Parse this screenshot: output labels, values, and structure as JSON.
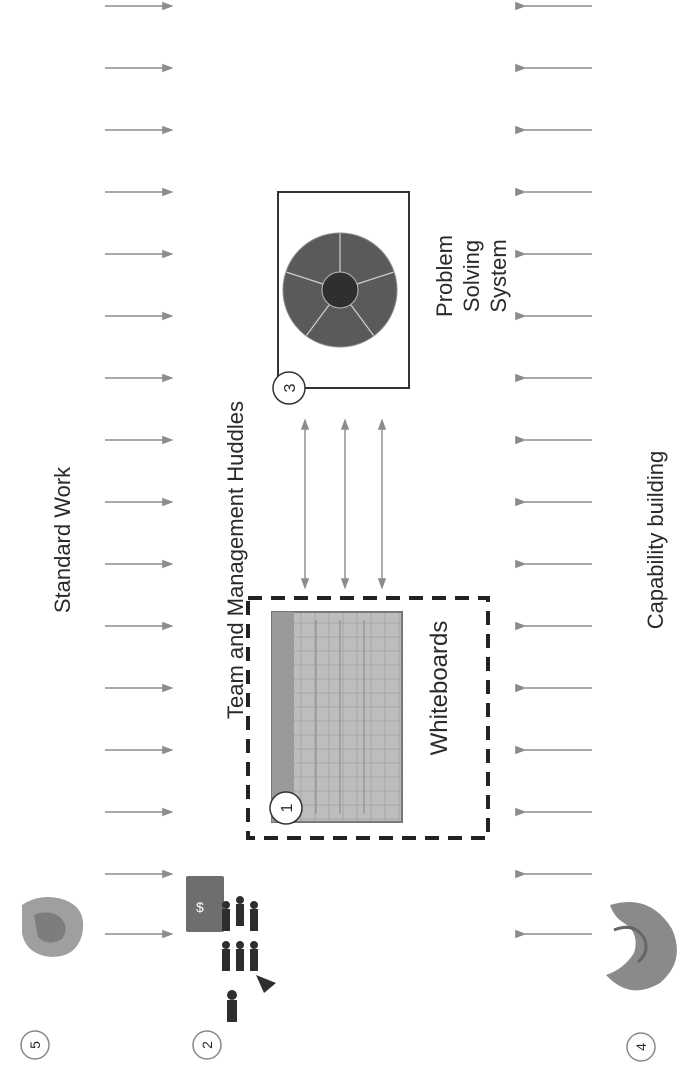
{
  "labels": {
    "standard_work": "Standard Work",
    "huddles": "Team and Management Huddles",
    "whiteboards": "Whiteboards",
    "problem_solving_1": "Problem",
    "problem_solving_2": "Solving",
    "problem_solving_3": "System",
    "capability": "Capability building"
  },
  "markers": {
    "m1": "1",
    "m2": "2",
    "m3": "3",
    "m4": "4",
    "m5": "5"
  },
  "icons": {
    "standard_work": "standard-work-photo-icon",
    "huddles": "team-huddle-figures-icon",
    "capability": "capability-building-photo-icon",
    "whiteboard": "whiteboard-photo-icon",
    "problem_wheel": "problem-solving-wheel-icon"
  },
  "colors": {
    "arrow": "#8c8c8c",
    "text": "#2a2a2a",
    "dashed_border": "#222222",
    "wheel": "#5a5a5a"
  }
}
